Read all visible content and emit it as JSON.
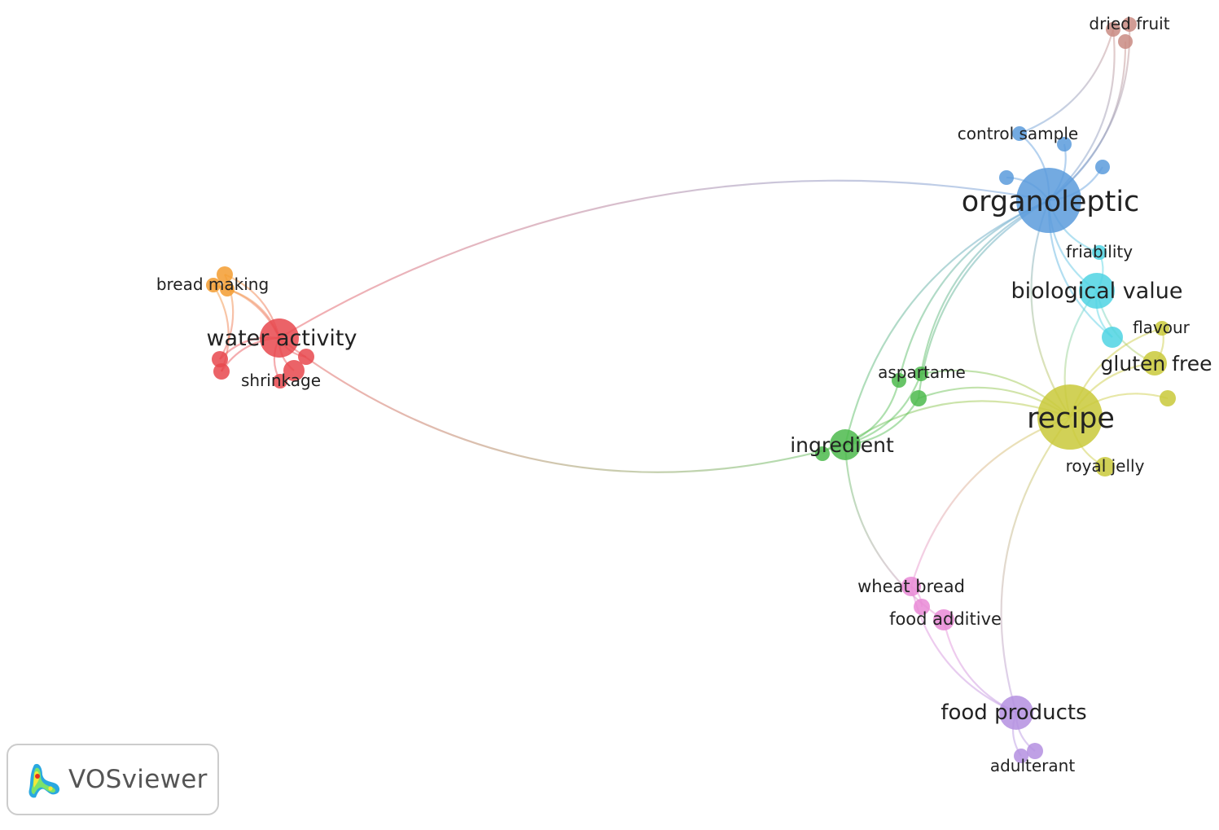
{
  "clusters": {
    "red": "#e8484d",
    "orange": "#f39c30",
    "blue": "#5b9bdc",
    "cyan": "#4fd3e3",
    "green": "#4cba4c",
    "yellow": "#c9c93a",
    "pink": "#e98ad6",
    "purple": "#b48fe0",
    "brown": "#c98b83"
  },
  "nodes": [
    {
      "id": "organoleptic",
      "label": "organoleptic",
      "cluster": "blue",
      "weight": 1.0
    },
    {
      "id": "control-sample",
      "label": "control sample",
      "cluster": "blue",
      "weight": 0.2
    },
    {
      "id": "blue-a",
      "label": "",
      "cluster": "blue",
      "weight": 0.2
    },
    {
      "id": "blue-b",
      "label": "",
      "cluster": "blue",
      "weight": 0.2
    },
    {
      "id": "blue-c",
      "label": "",
      "cluster": "blue",
      "weight": 0.2
    },
    {
      "id": "dried-fruit",
      "label": "dried fruit",
      "cluster": "brown",
      "weight": 0.2
    },
    {
      "id": "brown-a",
      "label": "",
      "cluster": "brown",
      "weight": 0.2
    },
    {
      "id": "brown-b",
      "label": "",
      "cluster": "brown",
      "weight": 0.2
    },
    {
      "id": "friability",
      "label": "friability",
      "cluster": "cyan",
      "weight": 0.2
    },
    {
      "id": "biological-value",
      "label": "biological value",
      "cluster": "cyan",
      "weight": 0.6
    },
    {
      "id": "cyan-a",
      "label": "",
      "cluster": "cyan",
      "weight": 0.3
    },
    {
      "id": "flavour",
      "label": "flavour",
      "cluster": "yellow",
      "weight": 0.2
    },
    {
      "id": "gluten-free",
      "label": "gluten free",
      "cluster": "yellow",
      "weight": 0.35
    },
    {
      "id": "yellow-a",
      "label": "",
      "cluster": "yellow",
      "weight": 0.2
    },
    {
      "id": "recipe",
      "label": "recipe",
      "cluster": "yellow",
      "weight": 1.0
    },
    {
      "id": "royal-jelly",
      "label": "royal jelly",
      "cluster": "yellow",
      "weight": 0.25
    },
    {
      "id": "aspartame",
      "label": "aspartame",
      "cluster": "green",
      "weight": 0.2
    },
    {
      "id": "green-a",
      "label": "",
      "cluster": "green",
      "weight": 0.2
    },
    {
      "id": "green-b",
      "label": "",
      "cluster": "green",
      "weight": 0.2
    },
    {
      "id": "ingredient",
      "label": "ingredient",
      "cluster": "green",
      "weight": 0.5
    },
    {
      "id": "green-c",
      "label": "",
      "cluster": "green",
      "weight": 0.2
    },
    {
      "id": "water-activity",
      "label": "water activity",
      "cluster": "red",
      "weight": 0.6
    },
    {
      "id": "shrinkage",
      "label": "shrinkage",
      "cluster": "red",
      "weight": 0.2
    },
    {
      "id": "red-a",
      "label": "",
      "cluster": "red",
      "weight": 0.2
    },
    {
      "id": "red-b",
      "label": "",
      "cluster": "red",
      "weight": 0.2
    },
    {
      "id": "red-c",
      "label": "",
      "cluster": "red",
      "weight": 0.2
    },
    {
      "id": "red-d",
      "label": "",
      "cluster": "red",
      "weight": 0.3
    },
    {
      "id": "bread-making",
      "label": "bread making",
      "cluster": "orange",
      "weight": 0.2
    },
    {
      "id": "orange-a",
      "label": "",
      "cluster": "orange",
      "weight": 0.2
    },
    {
      "id": "orange-b",
      "label": "",
      "cluster": "orange",
      "weight": 0.2
    },
    {
      "id": "wheat-bread",
      "label": "wheat bread",
      "cluster": "pink",
      "weight": 0.25
    },
    {
      "id": "pink-a",
      "label": "",
      "cluster": "pink",
      "weight": 0.2
    },
    {
      "id": "food-additive",
      "label": "food additive",
      "cluster": "pink",
      "weight": 0.25
    },
    {
      "id": "food-products",
      "label": "food products",
      "cluster": "purple",
      "weight": 0.55
    },
    {
      "id": "adulterant",
      "label": "adulterant",
      "cluster": "purple",
      "weight": 0.2
    },
    {
      "id": "purple-a",
      "label": "",
      "cluster": "purple",
      "weight": 0.2
    }
  ],
  "links": [
    [
      "organoleptic",
      "control-sample"
    ],
    [
      "organoleptic",
      "blue-a"
    ],
    [
      "organoleptic",
      "blue-b"
    ],
    [
      "organoleptic",
      "blue-c"
    ],
    [
      "organoleptic",
      "dried-fruit"
    ],
    [
      "organoleptic",
      "brown-a"
    ],
    [
      "organoleptic",
      "brown-b"
    ],
    [
      "organoleptic",
      "friability"
    ],
    [
      "organoleptic",
      "biological-value"
    ],
    [
      "organoleptic",
      "recipe"
    ],
    [
      "organoleptic",
      "water-activity"
    ],
    [
      "organoleptic",
      "ingredient"
    ],
    [
      "organoleptic",
      "aspartame"
    ],
    [
      "organoleptic",
      "green-a"
    ],
    [
      "organoleptic",
      "cyan-a"
    ],
    [
      "organoleptic",
      "green-b"
    ],
    [
      "control-sample",
      "dried-fruit"
    ],
    [
      "biological-value",
      "recipe"
    ],
    [
      "biological-value",
      "friability"
    ],
    [
      "biological-value",
      "gluten-free"
    ],
    [
      "biological-value",
      "cyan-a"
    ],
    [
      "gluten-free",
      "recipe"
    ],
    [
      "flavour",
      "recipe"
    ],
    [
      "yellow-a",
      "recipe"
    ],
    [
      "gluten-free",
      "flavour"
    ],
    [
      "recipe",
      "royal-jelly"
    ],
    [
      "recipe",
      "aspartame"
    ],
    [
      "recipe",
      "ingredient"
    ],
    [
      "recipe",
      "green-b"
    ],
    [
      "recipe",
      "food-products"
    ],
    [
      "recipe",
      "wheat-bread"
    ],
    [
      "ingredient",
      "aspartame"
    ],
    [
      "ingredient",
      "green-a"
    ],
    [
      "ingredient",
      "green-b"
    ],
    [
      "ingredient",
      "green-c"
    ],
    [
      "ingredient",
      "food-additive"
    ],
    [
      "water-activity",
      "ingredient"
    ],
    [
      "water-activity",
      "shrinkage"
    ],
    [
      "water-activity",
      "red-a"
    ],
    [
      "water-activity",
      "red-b"
    ],
    [
      "water-activity",
      "red-c"
    ],
    [
      "water-activity",
      "red-d"
    ],
    [
      "water-activity",
      "bread-making"
    ],
    [
      "water-activity",
      "orange-a"
    ],
    [
      "water-activity",
      "orange-b"
    ],
    [
      "red-a",
      "bread-making"
    ],
    [
      "red-b",
      "orange-a"
    ],
    [
      "wheat-bread",
      "food-products"
    ],
    [
      "food-additive",
      "food-products"
    ],
    [
      "pink-a",
      "wheat-bread"
    ],
    [
      "food-products",
      "adulterant"
    ],
    [
      "food-products",
      "purple-a"
    ]
  ],
  "logo": {
    "text": "VOSviewer"
  }
}
